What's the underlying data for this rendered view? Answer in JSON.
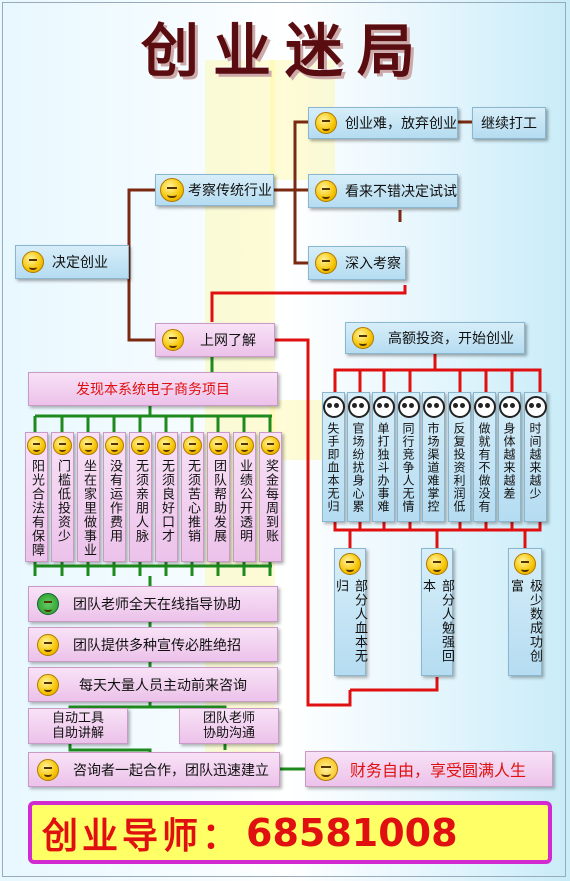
{
  "title": "创业迷局",
  "start": "决定创业",
  "traditional": {
    "label": "考察传统行业",
    "options": [
      "创业难，放弃创业",
      "看来不错决定试试",
      "深入考察"
    ],
    "quit_result": "继续打工"
  },
  "online": "上网了解",
  "invest": {
    "label": "高额投资，开始创业",
    "problems": [
      "失手即血本无归",
      "官场纷扰身心累",
      "单打独斗办事难",
      "同行竞争人无情",
      "市场渠道难掌控",
      "反复投资利润低",
      "做就有不做没有",
      "身体越来越差",
      "时间越来越少"
    ],
    "outcomes": [
      "部分人血本无归",
      "部分人勉强回本",
      "极少数成功创富"
    ]
  },
  "ecommerce": {
    "label": "发现本系统电子商务项目",
    "benefits": [
      "阳光合法有保障",
      "门槛低投资少",
      "坐在家里做事业",
      "没有运作费用",
      "无须亲朋人脉",
      "无须良好口才",
      "无须苦心推销",
      "团队帮助发展",
      "业绩公开透明",
      "奖金每周到账"
    ],
    "steps": [
      "团队老师全天在线指导协助",
      "团队提供多种宣传必胜绝招",
      "每天大量人员主动前来咨询"
    ],
    "tools": [
      "自动工具自助讲解",
      "团队老师协助沟通"
    ],
    "join": "咨询者一起合作，团队迅速建立",
    "result": "财务自由，享受圆满人生"
  },
  "mentor": {
    "label": "创业导师：",
    "phone": "68581008"
  },
  "colors": {
    "tree_green": "#1e8a1e",
    "tree_red": "#e01010",
    "tree_brown": "#7a2a10",
    "accent_magenta": "#d02ad0"
  }
}
